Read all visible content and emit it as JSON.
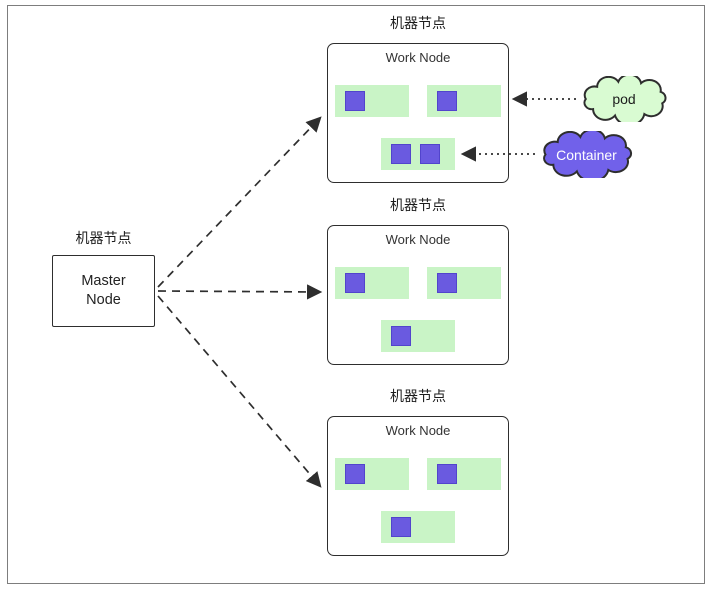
{
  "colors": {
    "pod_fill": "#c9f4c6",
    "container_fill": "#6a5ae0",
    "container_border": "#5244cc",
    "cloud_pod_fill": "#d9fbd2",
    "cloud_container_fill": "#7161ea",
    "stroke": "#333333"
  },
  "master": {
    "label": "机器节点",
    "line1": "Master",
    "line2": "Node"
  },
  "nodes": [
    {
      "label": "机器节点",
      "title": "Work Node",
      "rows": [
        [
          1,
          1
        ],
        [
          2
        ]
      ]
    },
    {
      "label": "机器节点",
      "title": "Work Node",
      "rows": [
        [
          1,
          1
        ],
        [
          1
        ]
      ]
    },
    {
      "label": "机器节点",
      "title": "Work Node",
      "rows": [
        [
          1,
          1
        ],
        [
          1
        ]
      ]
    }
  ],
  "callouts": {
    "pod_label": "pod",
    "container_label": "Container"
  }
}
